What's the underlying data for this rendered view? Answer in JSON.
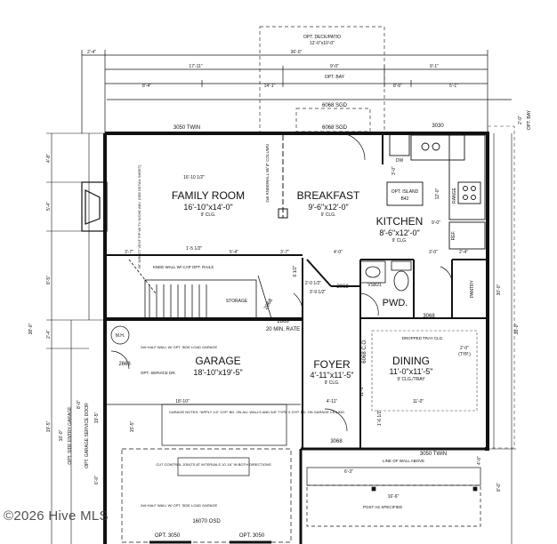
{
  "top_dims": {
    "opt_deck": "OPT. DECK/PATIO",
    "opt_deck_size": "12'-0\"x10'-0\"",
    "left_offset": "2'-4\"",
    "overall_width": "36'-0\"",
    "d_17_11": "17'-11\"",
    "d_9_0": "9'-0\"",
    "opt_bay": "OPT. BAY",
    "d_9_1": "9'-1\"",
    "d_8_4": "8'-4\"",
    "d_14_1": "14'-1\"",
    "d_8_6": "8'-6\"",
    "d_5_1": "5'-1\"",
    "right_bay_dim": "2'-0\"",
    "right_bay_label": "OPT. BAY"
  },
  "windows": {
    "w3050_twin_top": "3050 TWIN",
    "w6068_sgd_opt": "6068 SGD",
    "w6068_sgd": "6068 SGD",
    "w3030": "3030",
    "w3050_twin_bottom": "3050 TWIN",
    "w3068_front": "3068",
    "w2068_pwd": "2068",
    "w2668_garage": "2668",
    "w2868": "2868",
    "w2068_stair": "2068",
    "w3068_dining": "3068",
    "w6068_co": "6068 C.O.",
    "opt_3050_a": "OPT. 3050",
    "opt_3050_b": "OPT. 3050",
    "garage_door": "16070 OSD"
  },
  "rooms": {
    "family": {
      "name": "FAMILY ROOM",
      "size": "16'-10\"x14'-0\"",
      "clg": "9' CLG."
    },
    "breakfast": {
      "name": "BREAKFAST",
      "size": "9'-6\"x12'-0\"",
      "clg": "9' CLG."
    },
    "kitchen": {
      "name": "KITCHEN",
      "size": "8'-6\"x12'-0\"",
      "clg": "9' CLG."
    },
    "garage": {
      "name": "GARAGE",
      "size": "18'-10\"x19'-5\""
    },
    "foyer": {
      "name": "FOYER",
      "size": "4'-11\"x11'-5\"",
      "clg": "9' CLG."
    },
    "dining": {
      "name": "DINING",
      "size": "11'-0\"x11'-5\"",
      "clg": "9' CLG./TRAY"
    },
    "pwd": {
      "name": "PWD."
    },
    "storage": {
      "name": "STORAGE"
    },
    "pantry": {
      "name": "PANTRY"
    }
  },
  "notes": {
    "fireplace": "36\" DIRECT VENT F/P W/ TV NICHE ABV. (SEE DETAIL SHEET)",
    "kneewall": "2x6 KNEEWALL W/ 8\" COLUMN",
    "knee_wall_rails": "KNEE WALL W/ CAP OPT. RAILS",
    "opt_island": "OPT. ISLAND",
    "island_num": "B42",
    "range": "RANGE",
    "ref": "REF.",
    "dw": "DW",
    "vsb21": "VSB21",
    "dropped_tray": "DROPPED TRAY CLG.",
    "typ": "(TYP.)",
    "min_rate": "20 MIN. RATE",
    "mh": "M.H.",
    "half_wall": "2x6 HALF WALL W/ OPT. SIDE LOAD GARAGE",
    "service_dr": "OPT. SERVICE DR.",
    "garage_notes": "GARAGE NOTES: *APPLY 1/2\" GYP. BD. ON ALL WALLS AND 5/8\" TYPE X GYP. BD. ON GARAGE CEILING.",
    "control_joints": "CUT CONTROL JOINTS AT INTERVALS 10'-16\" IN BOTH DIRECTIONS",
    "half_wall_bottom": "2x6 HALF WALL W/ OPT. SIDE LOAD GARAGE",
    "line_of_wall": "LINE OF WALL ABOVE",
    "post_as_specified": "POST AS SPECIFIED",
    "side_entry": "OPT. SIDE ENTRY GARAGE",
    "service_door": "OPT. GARAGE SERVICE DOOR",
    "opt_garage_osd": "OPT. 16070 OSD"
  },
  "dims": {
    "d16_10_half": "16'-10 1/2\"",
    "d3_0": "3'-0\"",
    "d12_0": "12'-0\"",
    "d9_0": "9'-0\"",
    "d3_7a": "3'-7\"",
    "d1_5_half": "1'-5 1/2\"",
    "d5_4": "5'-4\"",
    "d3_7b": "3'-7\"",
    "d4_0": "4'-0\"",
    "d3_0b": "3'-0\"",
    "d2_4": "2'-4\"",
    "d6_half": "6 1/2\"",
    "d2_0_half": "2'-0 1/2\"",
    "d3_9_half": "3'-9 1/2\"",
    "d18_10": "18'-10\"",
    "d4_11": "4'-11\"",
    "d11_0": "11'-0\"",
    "d2_0_typ": "2'-0\"",
    "d11_5": "11'-5\"",
    "d1_6_half": "1'-6 1/2\"",
    "d6_3": "6'-3\"",
    "d16_6": "16'-6\"",
    "d4_0_right": "4'-0\"",
    "d8_0_right": "8'-0\"",
    "right_30_0": "30'-0\"",
    "right_38_0": "38'-0\"",
    "left_4_8": "4'-8\"",
    "left_5_4": "5'-4\"",
    "left_8_5": "8'-5\"",
    "left_2_4": "2'-4\"",
    "left_38_0": "38'-0\"",
    "left_19_5": "19'-5\"",
    "left_16_0": "16'-0\"",
    "left_8_0": "8'-0\"",
    "left_19_5b": "19'-5\"",
    "left_6_0": "6'-0\"",
    "left_15_5": "15'-5\""
  },
  "watermark": "©2026 Hive MLS"
}
